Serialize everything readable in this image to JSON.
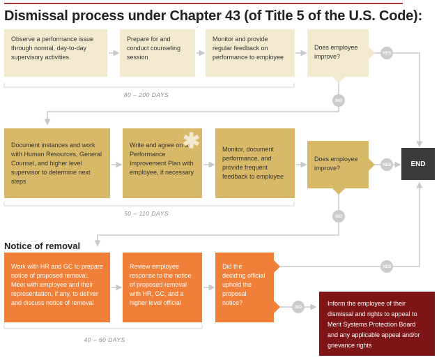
{
  "title": "Dismissal process under Chapter 43 (of Title 5 of the U.S. Code):",
  "row1": {
    "steps": [
      "Observe a performance issue through normal, day-to-day supervisory activities",
      "Prepare for and conduct counseling session",
      "Monitor and provide regular feedback on performance to employee"
    ],
    "decision": "Does employee improve?",
    "duration": "80 – 200 DAYS"
  },
  "row2": {
    "steps": [
      "Document instances and work with Human Resources, General Counsel, and higher level supervisor to determine next steps",
      "Write and agree on a Performance Improvement Plan with employee, if necessary",
      "Monitor, document performance, and provide frequent feedback to employee"
    ],
    "decision": "Does employee improve?",
    "duration": "50 – 110 DAYS"
  },
  "notice": {
    "heading": "Notice of removal",
    "steps": [
      "Work with HR and GC to prepare notice of proposed removal. Meet with employee and their representation, if any, to deliver and discuss notice of removal",
      "Review employee response to the notice of proposed removal with HR, GC, and a higher level official"
    ],
    "decision": "Did the deciding official uphold the proposal notice?",
    "duration": "40 – 60 DAYS"
  },
  "labels": {
    "yes": "YES",
    "no": "NO",
    "end": "END"
  },
  "final": "Inform the employee of their dismissal and rights to appeal to Merit Systems Protection Board and any applicable appeal and/or grievance rights",
  "colors": {
    "row1": "#f3e9cf",
    "row2": "#d8b967",
    "notice": "#f07f3a",
    "end": "#3b3b3b",
    "final": "#7d1416",
    "accent": "#a3383d"
  }
}
